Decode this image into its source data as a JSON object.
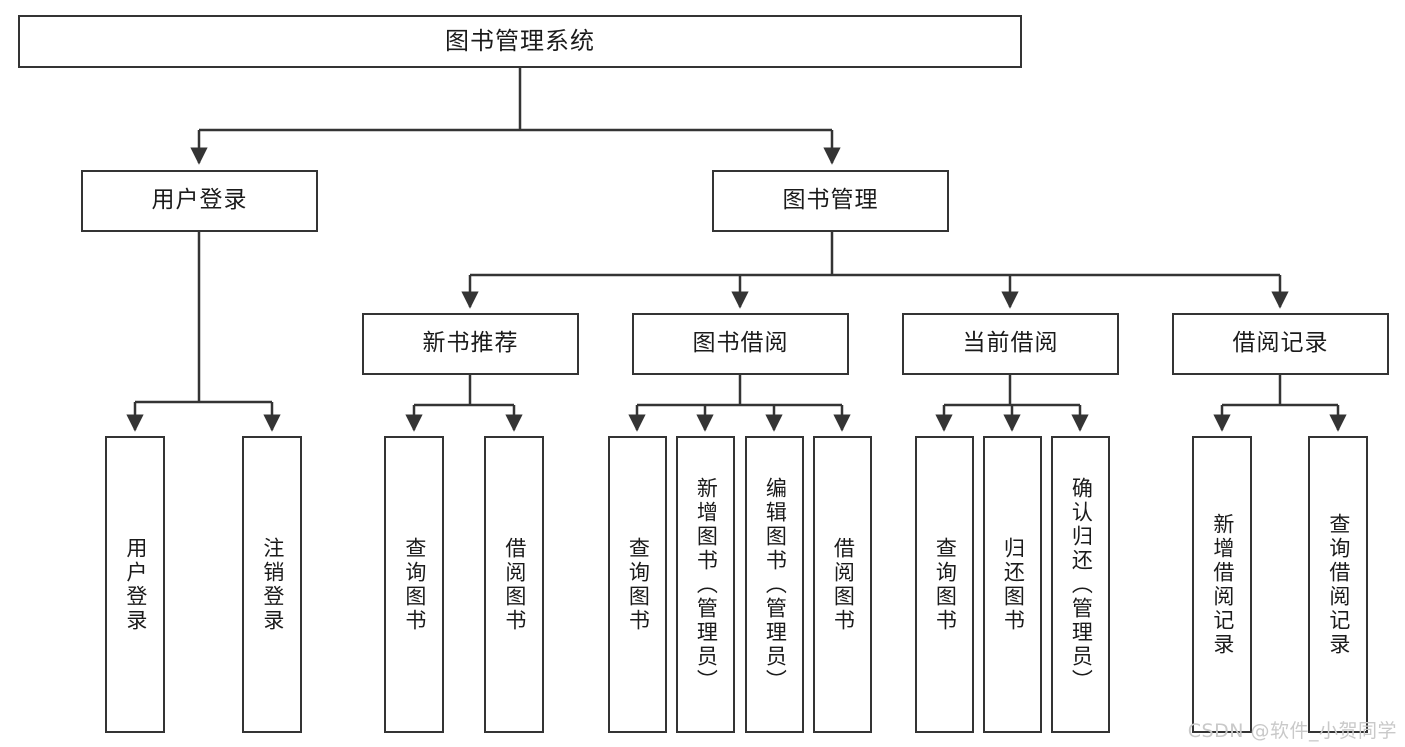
{
  "diagram": {
    "title": "图书管理系统",
    "watermark": "CSDN @软件_小贺同学",
    "stroke_color": "#343434",
    "text_color": "#1b1b1b",
    "background_color": "#ffffff",
    "type": "tree-hierarchy"
  },
  "nodes": {
    "root": {
      "label": "图书管理系统"
    },
    "level2": [
      {
        "id": "user-login",
        "label": "用户登录"
      },
      {
        "id": "book-manage",
        "label": "图书管理"
      }
    ],
    "level3": [
      {
        "id": "new-book-recommend",
        "label": "新书推荐"
      },
      {
        "id": "book-borrow",
        "label": "图书借阅"
      },
      {
        "id": "current-borrow",
        "label": "当前借阅"
      },
      {
        "id": "borrow-record",
        "label": "借阅记录"
      }
    ],
    "leaves": [
      {
        "id": "leaf-user-login",
        "label": "用户登录",
        "parent": "user-login"
      },
      {
        "id": "leaf-logout-login",
        "label": "注销登录",
        "parent": "user-login"
      },
      {
        "id": "leaf-query-book-1",
        "label": "查询图书",
        "parent": "new-book-recommend"
      },
      {
        "id": "leaf-borrow-book-1",
        "label": "借阅图书",
        "parent": "new-book-recommend"
      },
      {
        "id": "leaf-query-book-2",
        "label": "查询图书",
        "parent": "book-borrow"
      },
      {
        "id": "leaf-add-book",
        "label": "新增图书（管理员）",
        "parent": "book-borrow"
      },
      {
        "id": "leaf-edit-book",
        "label": "编辑图书（管理员）",
        "parent": "book-borrow"
      },
      {
        "id": "leaf-borrow-book-2",
        "label": "借阅图书",
        "parent": "book-borrow"
      },
      {
        "id": "leaf-query-book-3",
        "label": "查询图书",
        "parent": "current-borrow"
      },
      {
        "id": "leaf-return-book",
        "label": "归还图书",
        "parent": "current-borrow"
      },
      {
        "id": "leaf-confirm-return",
        "label": "确认归还（管理员）",
        "parent": "current-borrow"
      },
      {
        "id": "leaf-add-record",
        "label": "新增借阅记录",
        "parent": "borrow-record"
      },
      {
        "id": "leaf-query-record",
        "label": "查询借阅记录",
        "parent": "borrow-record"
      }
    ]
  }
}
